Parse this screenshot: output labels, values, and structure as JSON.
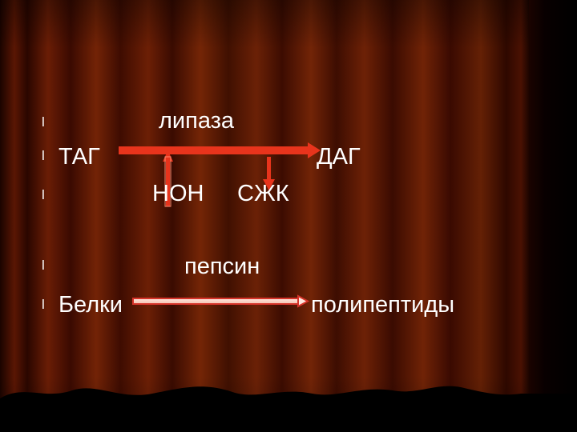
{
  "slide": {
    "bullet_glyph": "l",
    "reaction1": {
      "enzyme": "липаза",
      "substrate": "ТАГ",
      "product": "ДАГ",
      "byproduct1": "НОН",
      "byproduct2": "СЖК"
    },
    "reaction2": {
      "enzyme": "пепсин",
      "substrate": "Белки",
      "product": "полипептиды"
    },
    "colors": {
      "text": "#ffffff",
      "arrow_red": "#e8341c",
      "arrow2_outline": "#d6342a",
      "arrow2_fill": "#ffe9e0"
    }
  }
}
